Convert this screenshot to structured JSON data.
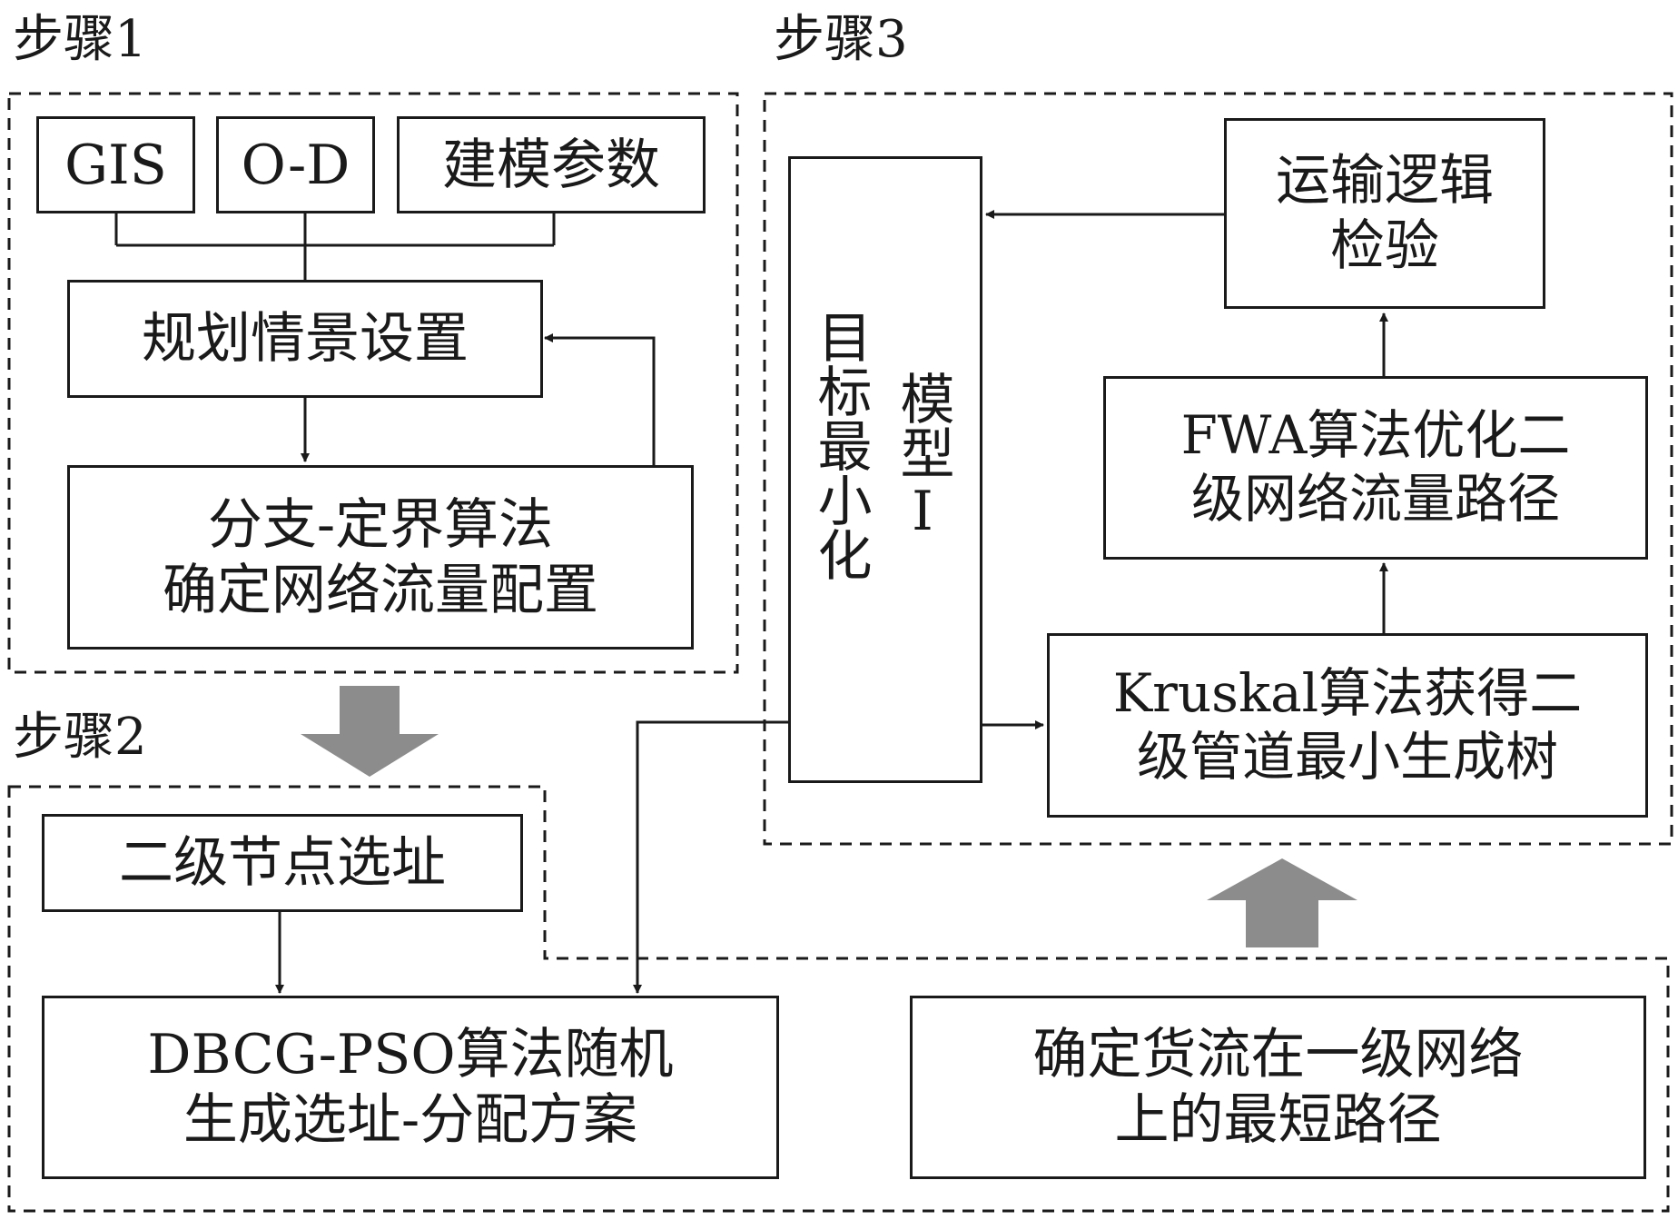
{
  "steps": {
    "step1": "步骤1",
    "step2": "步骤2",
    "step3": "步骤3"
  },
  "step1": {
    "gis": "GIS",
    "od": "O-D",
    "params": "建模参数",
    "scenario": "规划情景设置",
    "bnb": [
      "分支-定界算法",
      "确定网络流量配置"
    ]
  },
  "step2": {
    "node_site": "二级节点选址",
    "dbcg": [
      "DBCG-PSO算法随机",
      "生成选址-分配方案"
    ],
    "shortest_path": [
      "确定货流在一级网络",
      "上的最短路径"
    ]
  },
  "step3": {
    "transport_check": [
      "运输逻辑",
      "检验"
    ],
    "fwa": [
      "FWA算法优化二",
      "级网络流量路径"
    ],
    "kruskal": [
      "Kruskal算法获得二",
      "级管道最小生成树"
    ],
    "model": {
      "col1": "目标最小化",
      "col2": "模型Ⅰ"
    }
  },
  "colors": {
    "line": "#1a1a1a",
    "big_arrow": "#8c8c8c"
  },
  "icons": {
    "down_arrow": "big-down-arrow-icon",
    "up_arrow": "big-up-arrow-icon"
  }
}
